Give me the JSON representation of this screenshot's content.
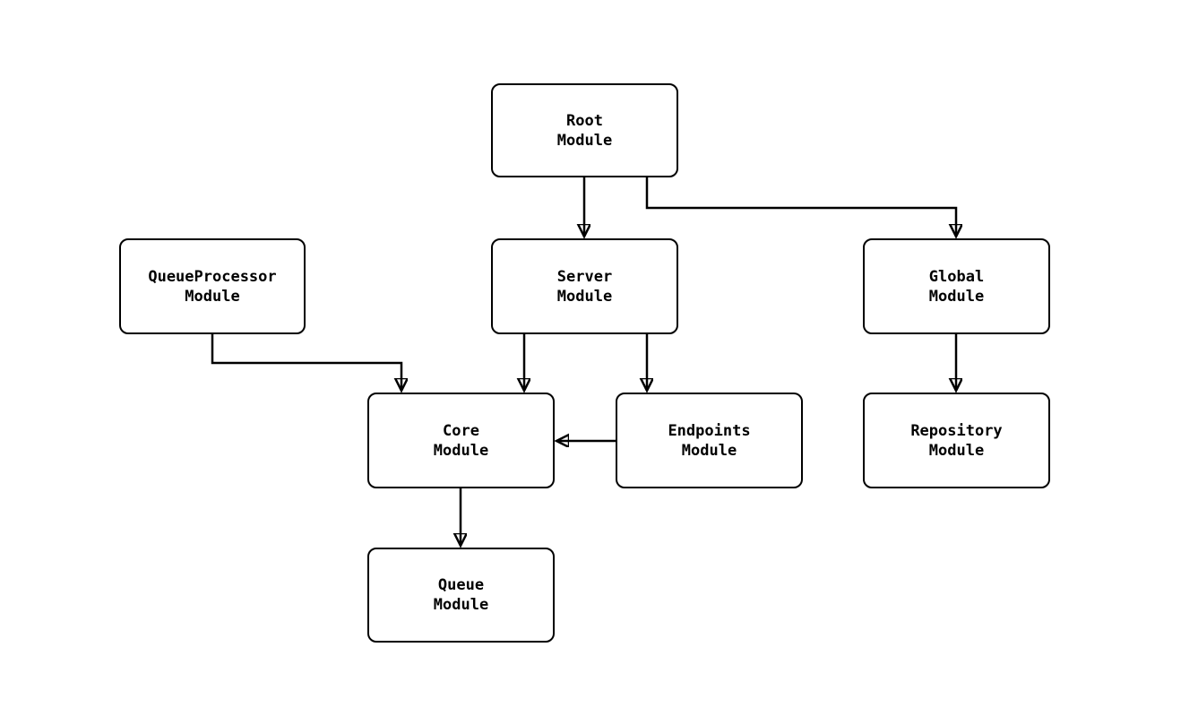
{
  "diagram": {
    "type": "module-dependency-graph",
    "background_color": "#ffffff",
    "node_border_color": "#000000",
    "node_fill_color": "#ffffff",
    "edge_color": "#000000",
    "nodes": {
      "root": {
        "label": "Root\nModule"
      },
      "queueprocessor": {
        "label": "QueueProcessor\nModule"
      },
      "server": {
        "label": "Server\nModule"
      },
      "global": {
        "label": "Global\nModule"
      },
      "core": {
        "label": "Core\nModule"
      },
      "endpoints": {
        "label": "Endpoints\nModule"
      },
      "repository": {
        "label": "Repository\nModule"
      },
      "queue": {
        "label": "Queue\nModule"
      }
    },
    "edges": [
      {
        "from": "Root Module",
        "to": "Server Module"
      },
      {
        "from": "Root Module",
        "to": "Global Module"
      },
      {
        "from": "QueueProcessor Module",
        "to": "Core Module"
      },
      {
        "from": "Server Module",
        "to": "Core Module"
      },
      {
        "from": "Server Module",
        "to": "Endpoints Module"
      },
      {
        "from": "Endpoints Module",
        "to": "Core Module"
      },
      {
        "from": "Core Module",
        "to": "Queue Module"
      },
      {
        "from": "Global Module",
        "to": "Repository Module"
      }
    ]
  }
}
